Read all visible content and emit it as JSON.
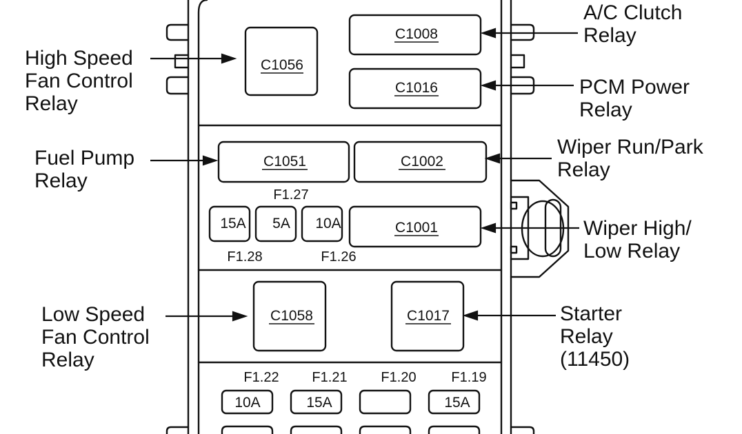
{
  "relays": {
    "c1056": "C1056",
    "c1008": "C1008",
    "c1016": "C1016",
    "c1051": "C1051",
    "c1002": "C1002",
    "c1001": "C1001",
    "c1058": "C1058",
    "c1017": "C1017"
  },
  "labels": {
    "high_speed_fan": [
      "High Speed",
      "Fan Control",
      "Relay"
    ],
    "ac_clutch": [
      "A/C Clutch",
      "Relay"
    ],
    "pcm_power": [
      "PCM Power",
      "Relay"
    ],
    "fuel_pump": [
      "Fuel Pump",
      "Relay"
    ],
    "wiper_run_park": [
      "Wiper Run/Park",
      "Relay"
    ],
    "wiper_high_low": [
      "Wiper High/",
      "Low Relay"
    ],
    "low_speed_fan": [
      "Low Speed",
      "Fan Control",
      "Relay"
    ],
    "starter": [
      "Starter",
      "Relay",
      "(11450)"
    ]
  },
  "fuses_middle": {
    "f127": {
      "number": "F1.27"
    },
    "f128": {
      "number": "F1.28",
      "rating": "15A"
    },
    "f1xx": {
      "rating": "5A"
    },
    "f126": {
      "number": "F1.26",
      "rating": "10A"
    }
  },
  "fuses_bottom": {
    "f122": {
      "number": "F1.22",
      "rating": "10A"
    },
    "f121": {
      "number": "F1.21",
      "rating": "15A"
    },
    "f120": {
      "number": "F1.20",
      "rating": ""
    },
    "f119": {
      "number": "F1.19",
      "rating": "15A"
    }
  },
  "colors": {
    "line": "#111111",
    "background": "#ffffff"
  }
}
